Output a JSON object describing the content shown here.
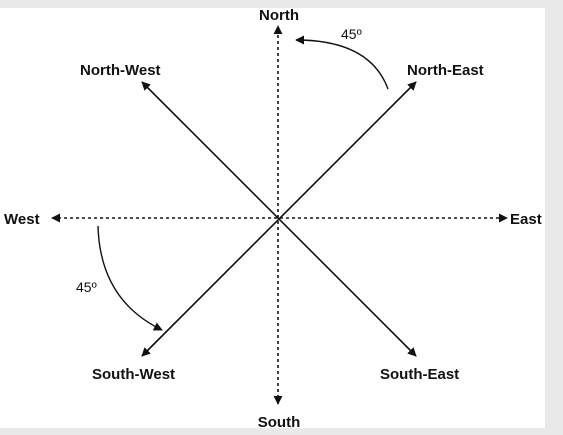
{
  "directions": {
    "north": "North",
    "south": "South",
    "east": "East",
    "west": "West",
    "north_east": "North-East",
    "north_west": "North-West",
    "south_east": "South-East",
    "south_west": "South-West"
  },
  "angles": {
    "top_right": "45º",
    "bottom_left": "45º"
  },
  "colors": {
    "line": "#111111",
    "background": "#ffffff",
    "frame": "#e9e9e9"
  }
}
